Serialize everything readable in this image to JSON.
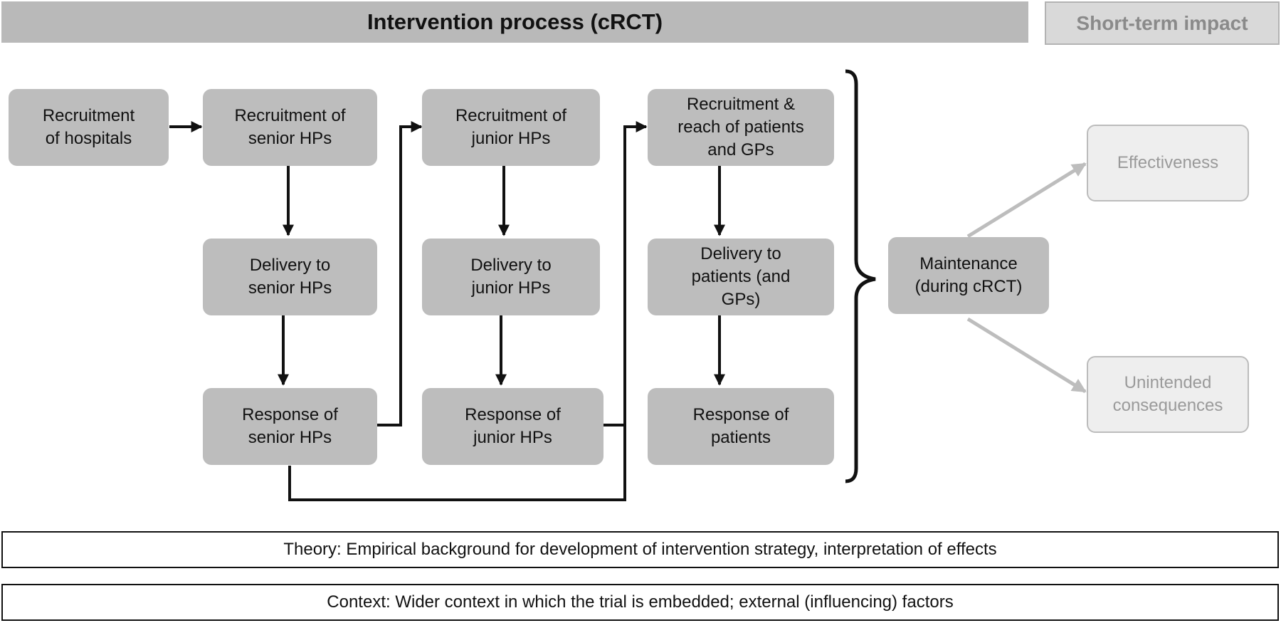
{
  "headers": {
    "main": "Intervention process (cRCT)",
    "side": "Short-term impact"
  },
  "nodes": {
    "recruit_hospitals": "Recruitment\nof hospitals",
    "recruit_senior": "Recruitment of\nsenior HPs",
    "delivery_senior": "Delivery to\nsenior HPs",
    "response_senior": "Response of\nsenior HPs",
    "recruit_junior": "Recruitment of\njunior HPs",
    "delivery_junior": "Delivery to\njunior HPs",
    "response_junior": "Response of\njunior HPs",
    "recruit_patients": "Recruitment &\nreach of patients\nand GPs",
    "delivery_patients": "Delivery to\npatients (and\nGPs)",
    "response_patients": "Response of\npatients",
    "maintenance": "Maintenance\n(during cRCT)",
    "effectiveness": "Effectiveness",
    "unintended": "Unintended\nconsequences"
  },
  "bars": {
    "theory": "Theory: Empirical background for development of intervention strategy, interpretation of effects",
    "context": "Context: Wider context in which the trial is embedded; external (influencing) factors"
  }
}
